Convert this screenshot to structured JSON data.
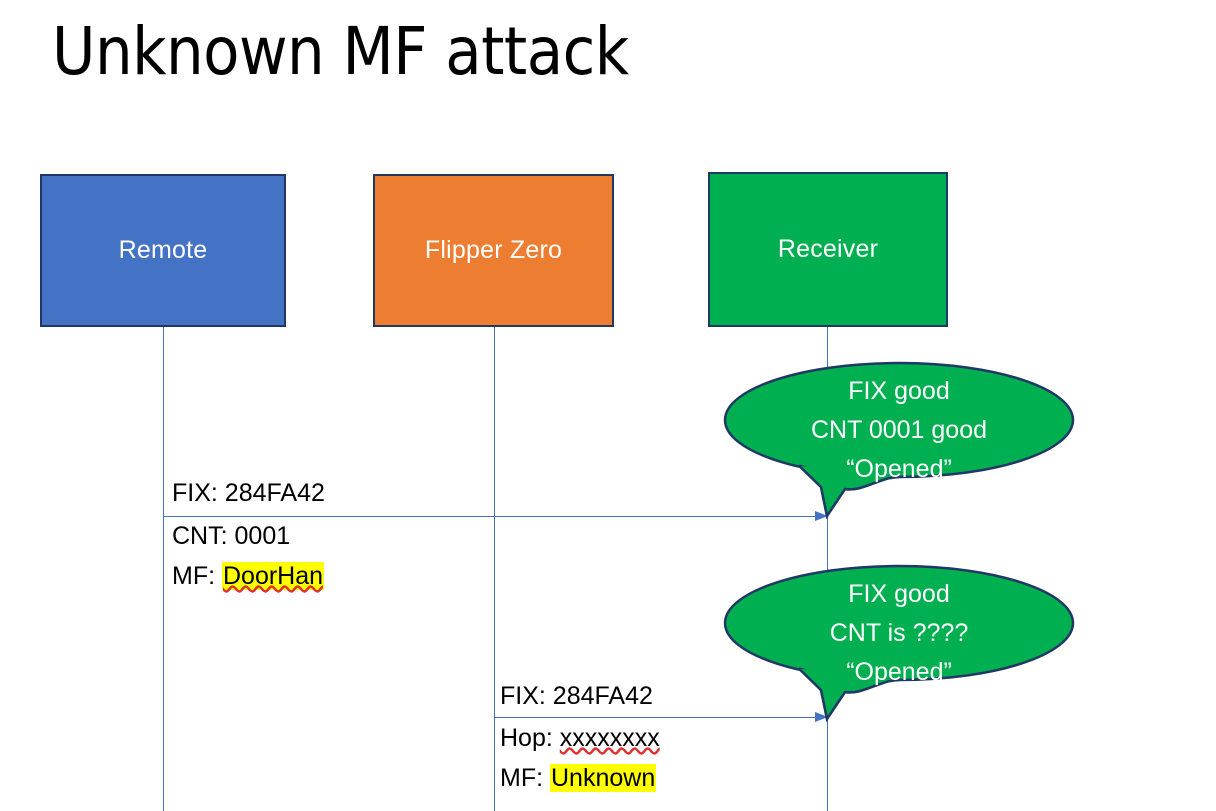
{
  "slide": {
    "title": "Unknown MF attack",
    "background": "#ffffff"
  },
  "colors": {
    "remote_blue": "#4472C4",
    "flipper_orange": "#ED7D31",
    "receiver_green": "#00AF50",
    "box_border_navy": "#1F3864",
    "lifeline_blue": "#4472C4",
    "highlight_yellow": "#FFFF00",
    "text_black": "#000000",
    "text_white": "#FFFFFF",
    "spellcheck_red": "#E03030"
  },
  "actors": [
    {
      "id": "remote",
      "label": "Remote"
    },
    {
      "id": "flipper",
      "label": "Flipper Zero"
    },
    {
      "id": "receiver",
      "label": "Receiver"
    }
  ],
  "messages": [
    {
      "id": "msg-1",
      "from": "remote",
      "to": "receiver",
      "lines": [
        {
          "label": "FIX:",
          "value": "284FA42",
          "highlight": false,
          "spellcheck": false
        },
        {
          "label": "CNT:",
          "value": "0001",
          "highlight": false,
          "spellcheck": false
        },
        {
          "label": "MF:",
          "value": "DoorHan",
          "highlight": true,
          "spellcheck": true
        }
      ]
    },
    {
      "id": "msg-2",
      "from": "flipper",
      "to": "receiver",
      "lines": [
        {
          "label": "FIX:",
          "value": "284FA42",
          "highlight": false,
          "spellcheck": false
        },
        {
          "label": "Hop:",
          "value": "xxxxxxxx",
          "highlight": false,
          "spellcheck": true
        },
        {
          "label": "MF:",
          "value": "Unknown",
          "highlight": true,
          "spellcheck": false
        }
      ]
    }
  ],
  "bubbles": [
    {
      "id": "bubble-1",
      "owner": "receiver",
      "lines": [
        "FIX good",
        "CNT 0001 good",
        "“Opened”"
      ]
    },
    {
      "id": "bubble-2",
      "owner": "receiver",
      "lines": [
        "FIX good",
        "CNT is ????",
        "“Opened”"
      ]
    }
  ]
}
